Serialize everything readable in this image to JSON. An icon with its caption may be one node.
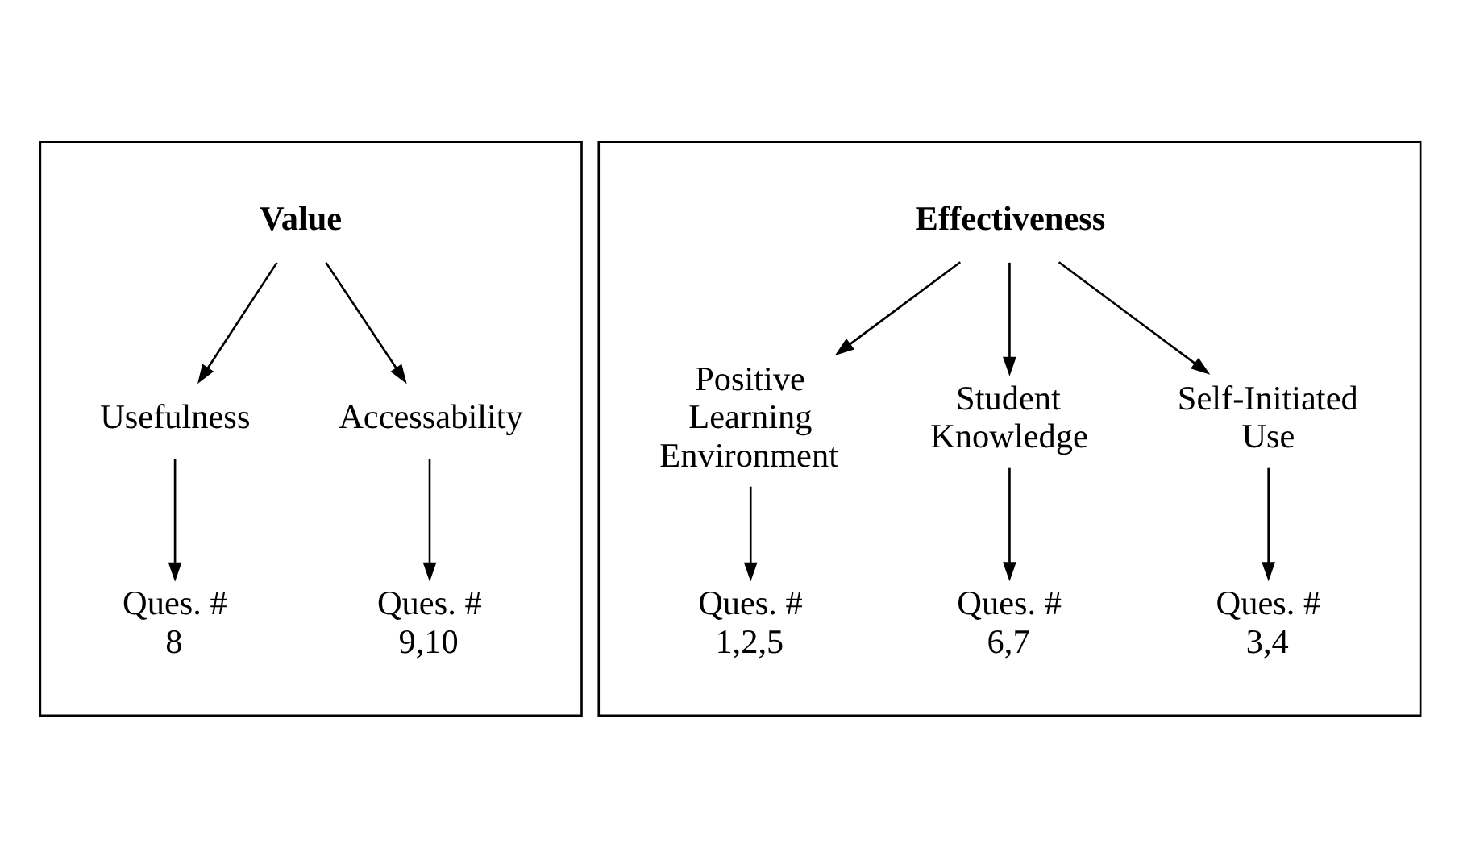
{
  "diagram": {
    "nodes": [
      {
        "text": [],
        "shape": "box"
      },
      {
        "text": [
          "Value"
        ],
        "in": 0
      },
      {
        "text": [
          "Usefulness"
        ],
        "in": 0
      },
      {
        "text": [
          "Accessability"
        ],
        "in": 0
      },
      {
        "text": [
          "Ques. # 8"
        ],
        "in": 0
      },
      {
        "text": [
          "Ques. # 9,10"
        ],
        "in": 0
      },
      {
        "text": [],
        "shape": "box"
      },
      {
        "text": [
          "Effectiveness"
        ],
        "in": 6
      },
      {
        "text": [
          "Positive Learning Environment"
        ],
        "in": 6
      },
      {
        "text": [
          "Student Knowledge"
        ],
        "in": 6
      },
      {
        "text": [
          "Self-Initiated Use"
        ],
        "in": 6
      },
      {
        "text": [
          "Ques. # 1,2,5"
        ],
        "in": 6
      },
      {
        "text": [
          "Ques. # 6,7"
        ],
        "in": 6
      },
      {
        "text": [
          "Ques. # 3,4"
        ],
        "in": 6
      }
    ],
    "edges": [
      {
        "from": 1,
        "to": 2,
        "arrow": "to"
      },
      {
        "from": 1,
        "to": 3,
        "arrow": "to"
      },
      {
        "from": 2,
        "to": 4,
        "arrow": "to"
      },
      {
        "from": 3,
        "to": 5,
        "arrow": "to"
      },
      {
        "from": 7,
        "to": 8,
        "arrow": "to"
      },
      {
        "from": 7,
        "to": 9,
        "arrow": "to"
      },
      {
        "from": 7,
        "to": 10,
        "arrow": "to"
      },
      {
        "from": 8,
        "to": 11,
        "arrow": "to"
      },
      {
        "from": 9,
        "to": 12,
        "arrow": "to"
      },
      {
        "from": 10,
        "to": 13,
        "arrow": "to"
      }
    ]
  }
}
